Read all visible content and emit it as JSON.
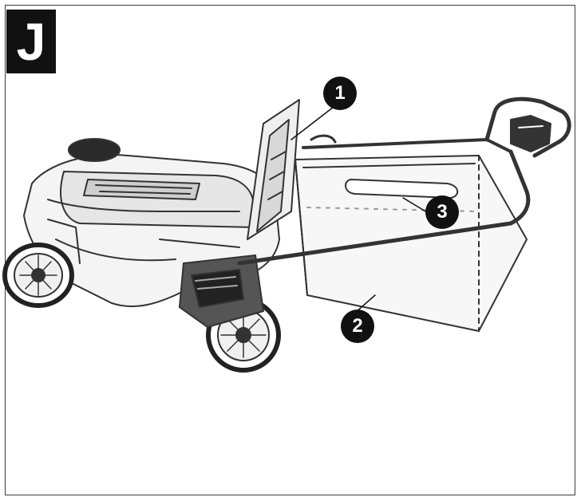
{
  "step_label": "J",
  "callouts": [
    {
      "number": "1",
      "target": "rear-flap"
    },
    {
      "number": "2",
      "target": "grass-bag"
    },
    {
      "number": "3",
      "target": "bag-handle"
    }
  ]
}
